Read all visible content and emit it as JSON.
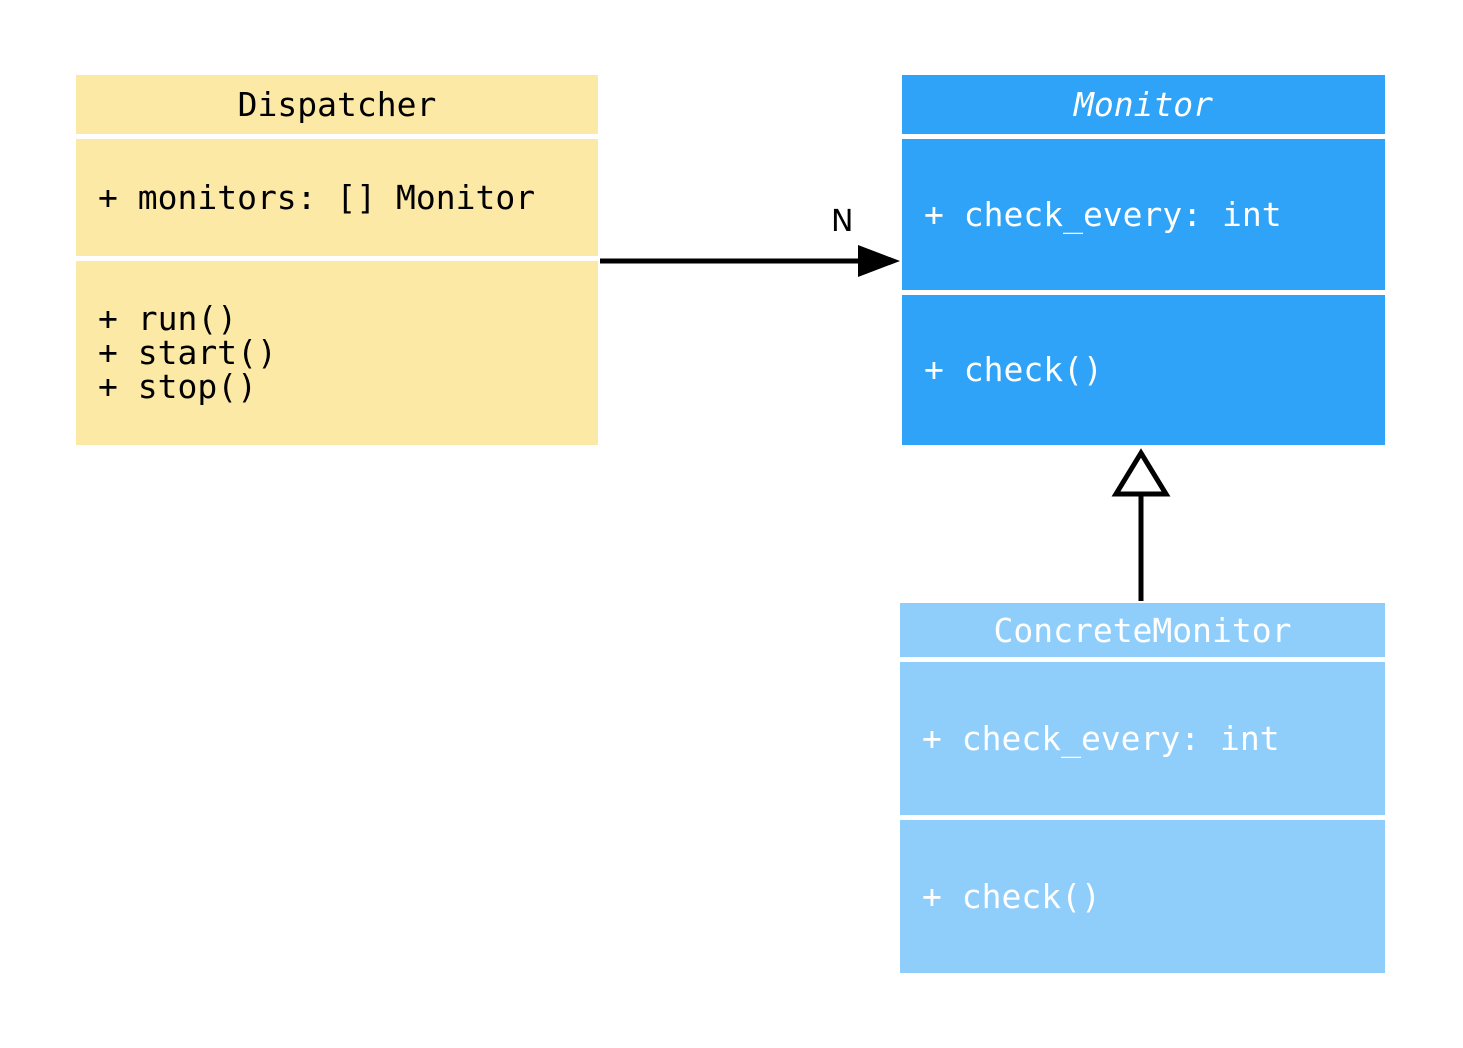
{
  "diagram": {
    "background_color": "#ffffff",
    "line_color": "#000000",
    "classes": [
      {
        "id": "dispatcher",
        "title": "Dispatcher",
        "abstract": false,
        "fill": "#fde9a6",
        "text_color": "#000000",
        "attributes": [
          "+ monitors: [] Monitor"
        ],
        "methods": [
          "+ run()",
          "+ start()",
          "+ stop()"
        ]
      },
      {
        "id": "monitor",
        "title": "Monitor",
        "abstract": true,
        "fill": "#2ea3f7",
        "text_color": "#ffffff",
        "attributes": [
          "+ check_every: int"
        ],
        "methods": [
          "+ check()"
        ]
      },
      {
        "id": "concrete-monitor",
        "title": "ConcreteMonitor",
        "abstract": false,
        "fill": "#8fcefb",
        "text_color": "#ffffff",
        "attributes": [
          "+ check_every: int"
        ],
        "methods": [
          "+ check()"
        ]
      }
    ],
    "relations": [
      {
        "type": "association",
        "from": "Dispatcher",
        "to": "Monitor",
        "label": "N"
      },
      {
        "type": "inheritance",
        "from": "ConcreteMonitor",
        "to": "Monitor",
        "label": ""
      }
    ]
  }
}
